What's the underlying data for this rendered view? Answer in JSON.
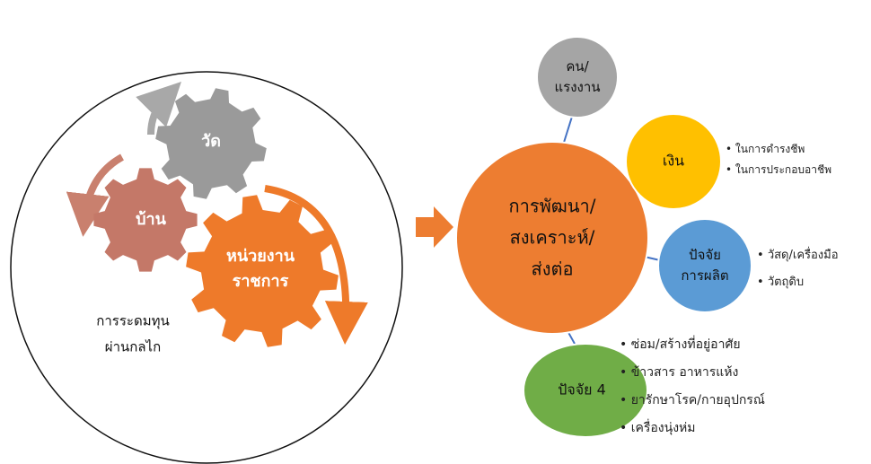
{
  "left": {
    "gears": [
      {
        "label": "วัด",
        "color": "#9a9a9a"
      },
      {
        "label": "บ้าน",
        "color": "#c47868"
      },
      {
        "label": "หน่วยงาน ราชการ",
        "line1": "หน่วยงาน",
        "line2": "ราชการ",
        "color": "#ee7a2a"
      }
    ],
    "caption_line1": "การระดมทุน",
    "caption_line2": "ผ่านกลไก"
  },
  "center": {
    "line1": "การพัฒนา/",
    "line2": "สงเคราะห์/",
    "line3": "ส่งต่อ",
    "color": "#ed7d31"
  },
  "nodes": {
    "labor": {
      "line1": "คน/",
      "line2": "แรงงาน",
      "color": "#a5a5a5"
    },
    "money": {
      "label": "เงิน",
      "color": "#ffc000",
      "items": [
        "ในการดำรงชีพ",
        "ในการประกอบอาชีพ"
      ]
    },
    "production": {
      "line1": "ปัจจัย",
      "line2": "การผลิต",
      "color": "#5b9bd5",
      "items": [
        "วัสดุ/เครื่องมือ",
        "วัตถุดิบ"
      ]
    },
    "four": {
      "label": "ปัจจัย 4",
      "color": "#70ad47",
      "items": [
        "ซ่อม/สร้างที่อยู่อาศัย",
        "ข้าวสาร อาหารแห้ง",
        "ยารักษาโรค/กายอุปกรณ์",
        "เครื่องนุ่งห่ม"
      ]
    }
  },
  "colors": {
    "connector": "#4472c4",
    "arrow": "#ed7d31"
  }
}
